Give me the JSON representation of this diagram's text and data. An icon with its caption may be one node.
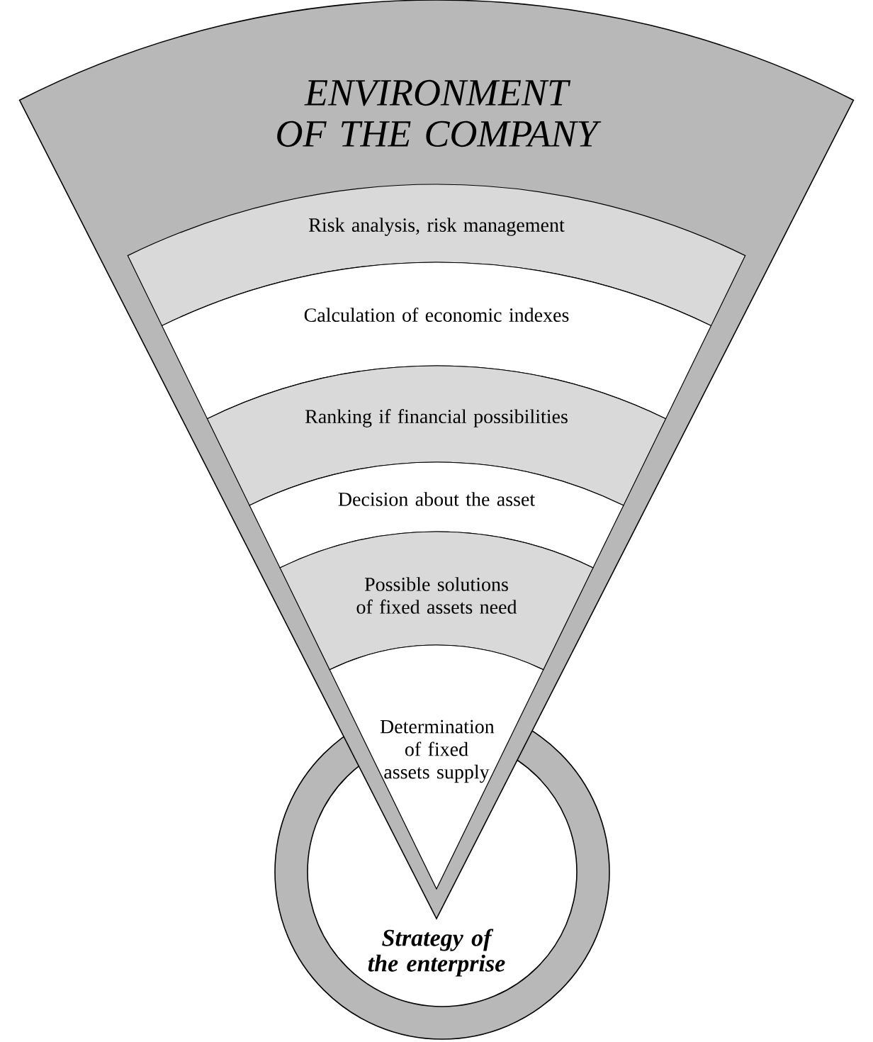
{
  "diagram": {
    "nodes": [
      {
        "text": [
          "ENVIRONMENT OF THE COMPANY"
        ]
      },
      {
        "text": [
          "Risk analysis, risk management"
        ],
        "in": 0
      },
      {
        "text": [
          "Calculation of economic indexes"
        ],
        "in": 0
      },
      {
        "text": [
          "Ranking if financial possibilities"
        ],
        "in": 0
      },
      {
        "text": [
          "Decision about the asset"
        ],
        "in": 0
      },
      {
        "text": [
          "Possible solutions of fixed assets need"
        ],
        "in": 0
      },
      {
        "text": [
          "Determination of fixed assets supply"
        ],
        "in": 0
      },
      {
        "text": [
          "Strategy of the enterprise"
        ]
      }
    ]
  }
}
